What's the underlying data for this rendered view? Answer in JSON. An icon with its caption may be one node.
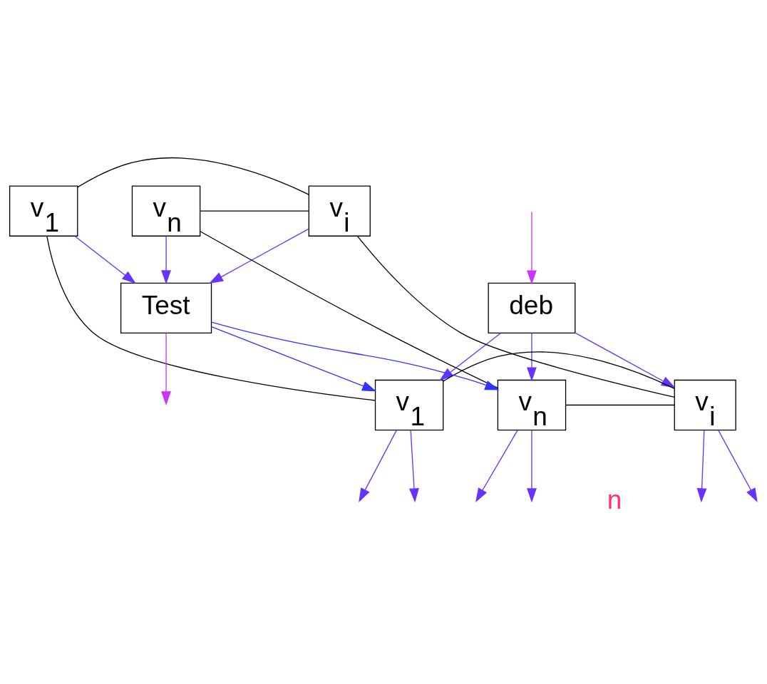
{
  "diagram": {
    "nodes": [
      {
        "text": [
          "deb"
        ]
      },
      {
        "text": [
          "v$_{1}$"
        ]
      },
      {
        "text": [
          "v$_{i}$"
        ]
      },
      {
        "text": [
          "v$_{n}$"
        ]
      },
      {
        "text": [
          "v$_{1}$"
        ]
      },
      {
        "text": [
          "v$_{i}$"
        ]
      },
      {
        "text": [
          "v$_{n}$"
        ]
      },
      {
        "text": [
          "Test"
        ]
      }
    ],
    "edges": [
      {
        "from": null,
        "to": 0,
        "arrow": "to",
        "color": "#cc33ff"
      },
      {
        "from": 0,
        "to": 1,
        "arrow": "to"
      },
      {
        "from": 0,
        "to": 2,
        "arrow": "to"
      },
      {
        "from": 0,
        "to": 3,
        "arrow": "to"
      },
      {
        "from": 1,
        "to": 2,
        "arrow": "none",
        "color": "#000000"
      },
      {
        "from": 2,
        "to": 3,
        "arrow": "none",
        "color": "#000000"
      },
      {
        "from": 1,
        "to": null,
        "arrow": "to"
      },
      {
        "from": 1,
        "to": null,
        "arrow": "to"
      },
      {
        "from": 2,
        "to": null,
        "arrow": "to"
      },
      {
        "from": 2,
        "to": null,
        "arrow": "to"
      },
      {
        "from": 3,
        "to": null,
        "arrow": "to"
      },
      {
        "from": 3,
        "to": null,
        "arrow": "to"
      },
      {
        "from": 4,
        "to": 1,
        "arrow": "none",
        "color": "#000000"
      },
      {
        "from": 5,
        "to": 2,
        "arrow": "none",
        "color": "#000000"
      },
      {
        "from": 6,
        "to": 3,
        "arrow": "none",
        "color": "#000000"
      },
      {
        "from": 4,
        "to": 5,
        "arrow": "none",
        "color": "#000000"
      },
      {
        "from": 5,
        "to": 6,
        "arrow": "none",
        "color": "#000000"
      },
      {
        "from": 4,
        "to": 7,
        "arrow": "to"
      },
      {
        "from": 5,
        "to": 7,
        "arrow": "to"
      },
      {
        "from": 6,
        "to": 7,
        "arrow": "to"
      },
      {
        "from": 7,
        "to": 1,
        "arrow": "to",
        "color": "#3333ff"
      },
      {
        "from": 7,
        "to": 3,
        "arrow": "to",
        "color": "#3333ff"
      },
      {
        "from": 7,
        "to": null,
        "arrow": "to",
        "color": "#cc33ff"
      }
    ],
    "labels": [
      "n"
    ]
  }
}
